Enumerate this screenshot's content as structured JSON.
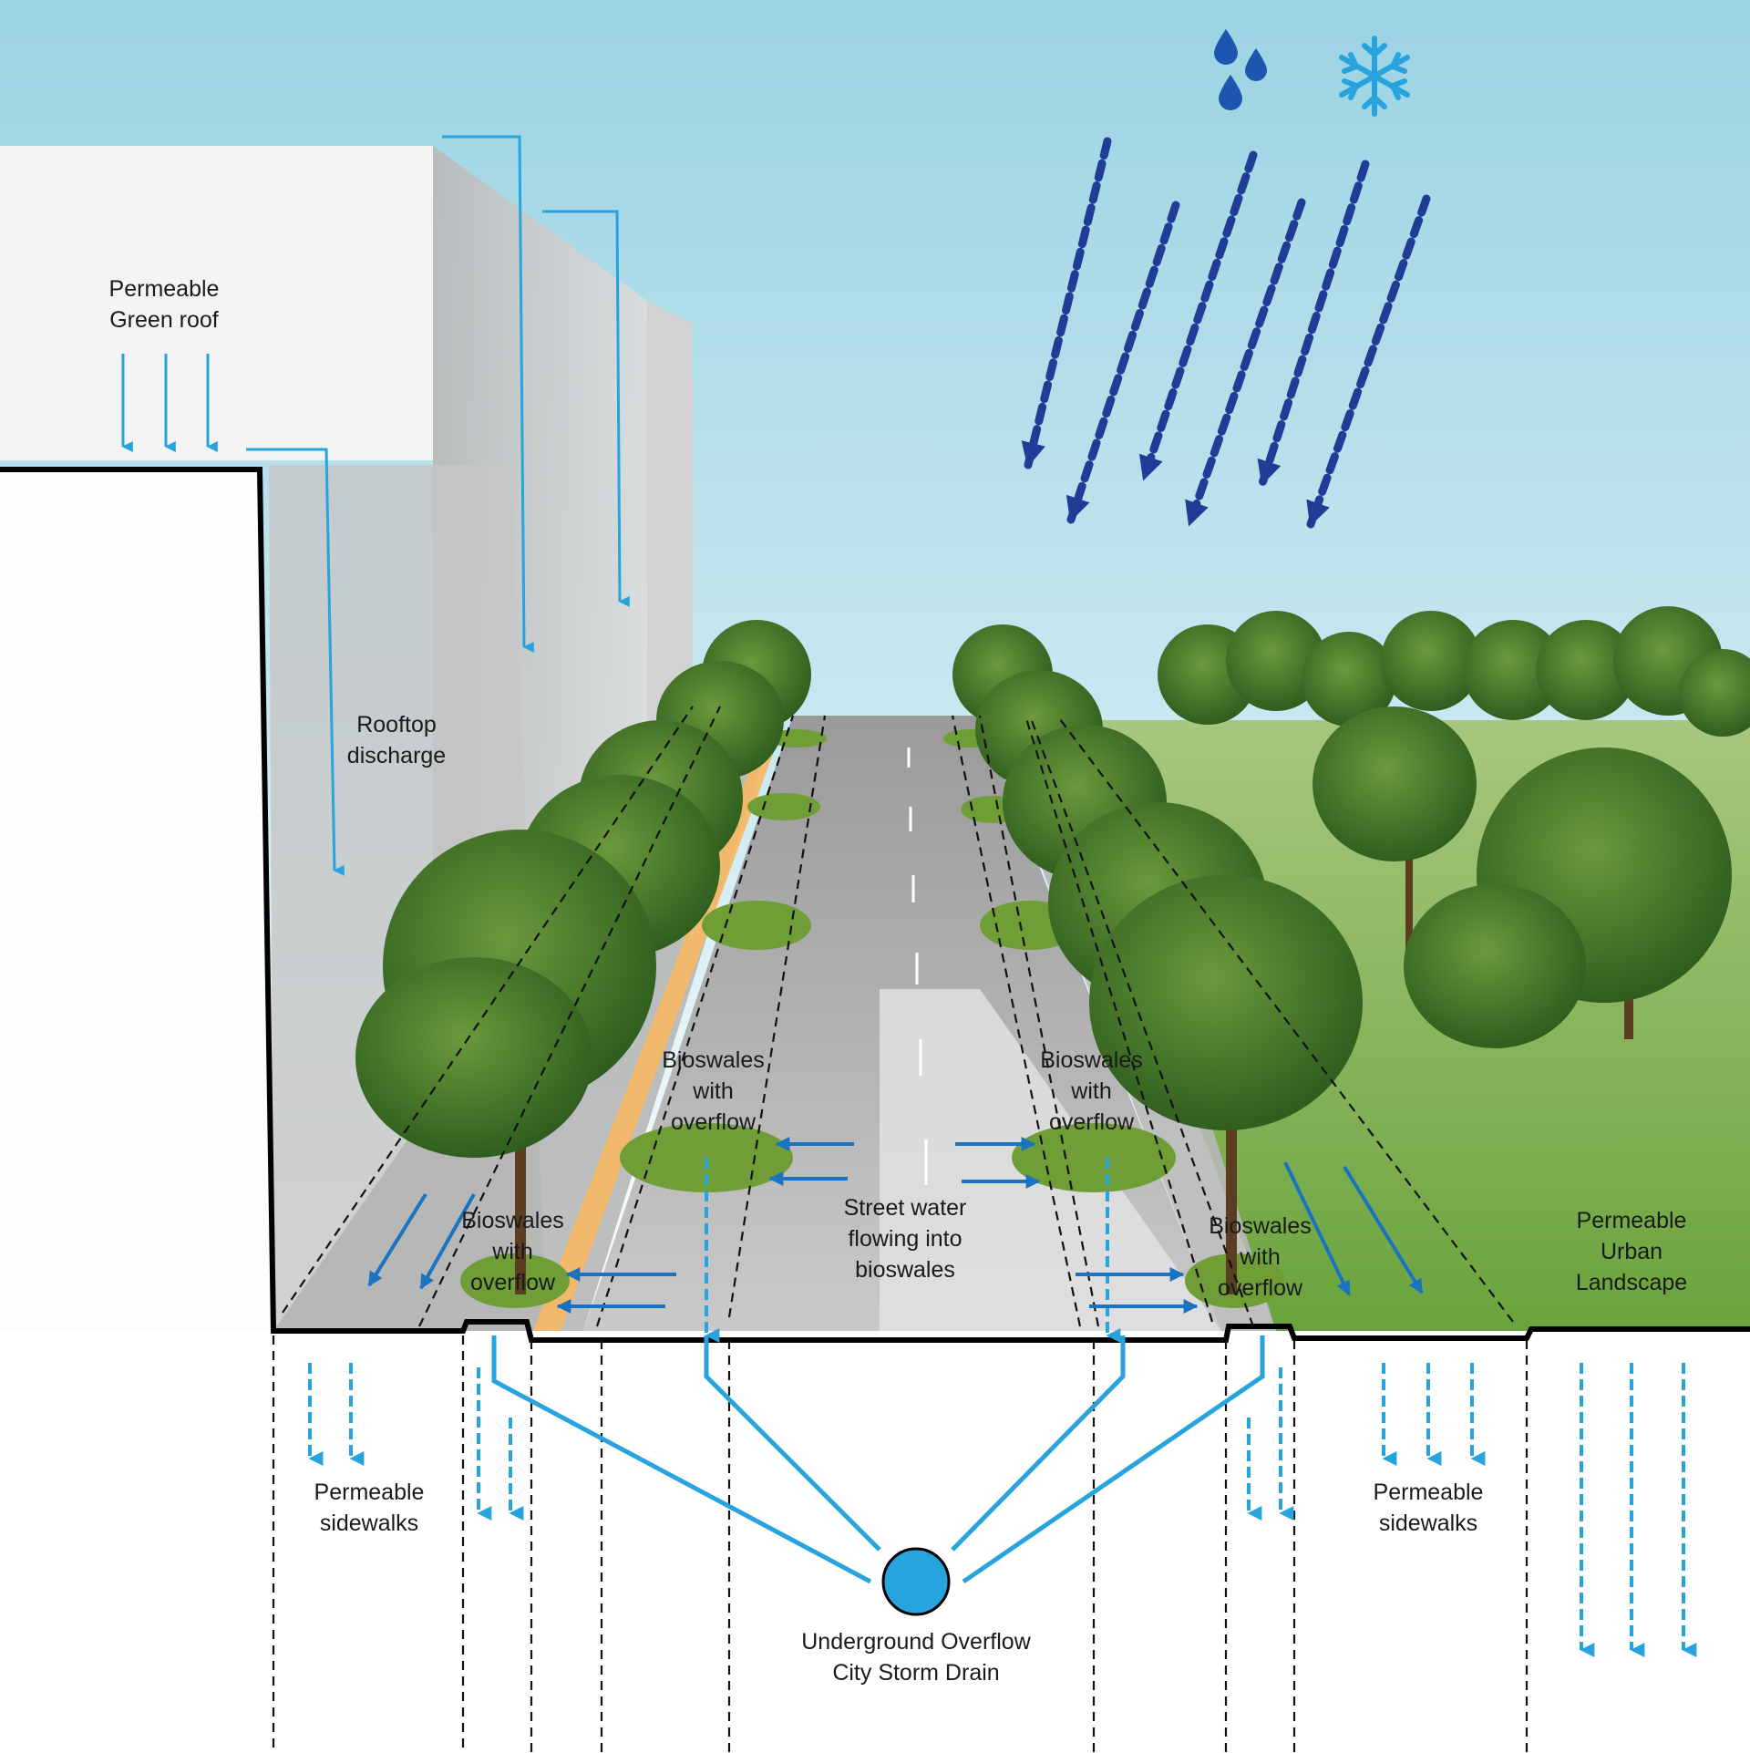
{
  "labels": {
    "green_roof": [
      "Permeable",
      "Green roof"
    ],
    "rooftop_discharge": [
      "Rooftop",
      "discharge"
    ],
    "bioswale_median_left": [
      "Bioswales",
      "with",
      "overflow"
    ],
    "bioswale_median_right": [
      "Bioswales",
      "with",
      "overflow"
    ],
    "bioswale_curb_left": [
      "Bioswales",
      "with",
      "overflow"
    ],
    "bioswale_curb_right": [
      "Bioswales",
      "with",
      "overflow"
    ],
    "street_water": [
      "Street water",
      "flowing into",
      "bioswales"
    ],
    "urban_landscape": [
      "Permeable",
      "Urban",
      "Landscape"
    ],
    "sidewalks_left": [
      "Permeable",
      "sidewalks"
    ],
    "sidewalks_right": [
      "Permeable",
      "sidewalks"
    ],
    "storm_drain": [
      "Underground Overflow",
      "City Storm Drain"
    ]
  },
  "icons": {
    "rain": "water-drops-icon",
    "snow": "snowflake-icon"
  },
  "colors": {
    "sky_top": "#9fd5e4",
    "sky_bottom": "#ffffff",
    "water_arrow": "#27a3dd",
    "rain_arrow": "#1f3c96",
    "street_arrow": "#1a73c0",
    "storm_drain": "#27a3dd",
    "vegetation": "#3f7d2b",
    "ground_line": "#000000"
  }
}
